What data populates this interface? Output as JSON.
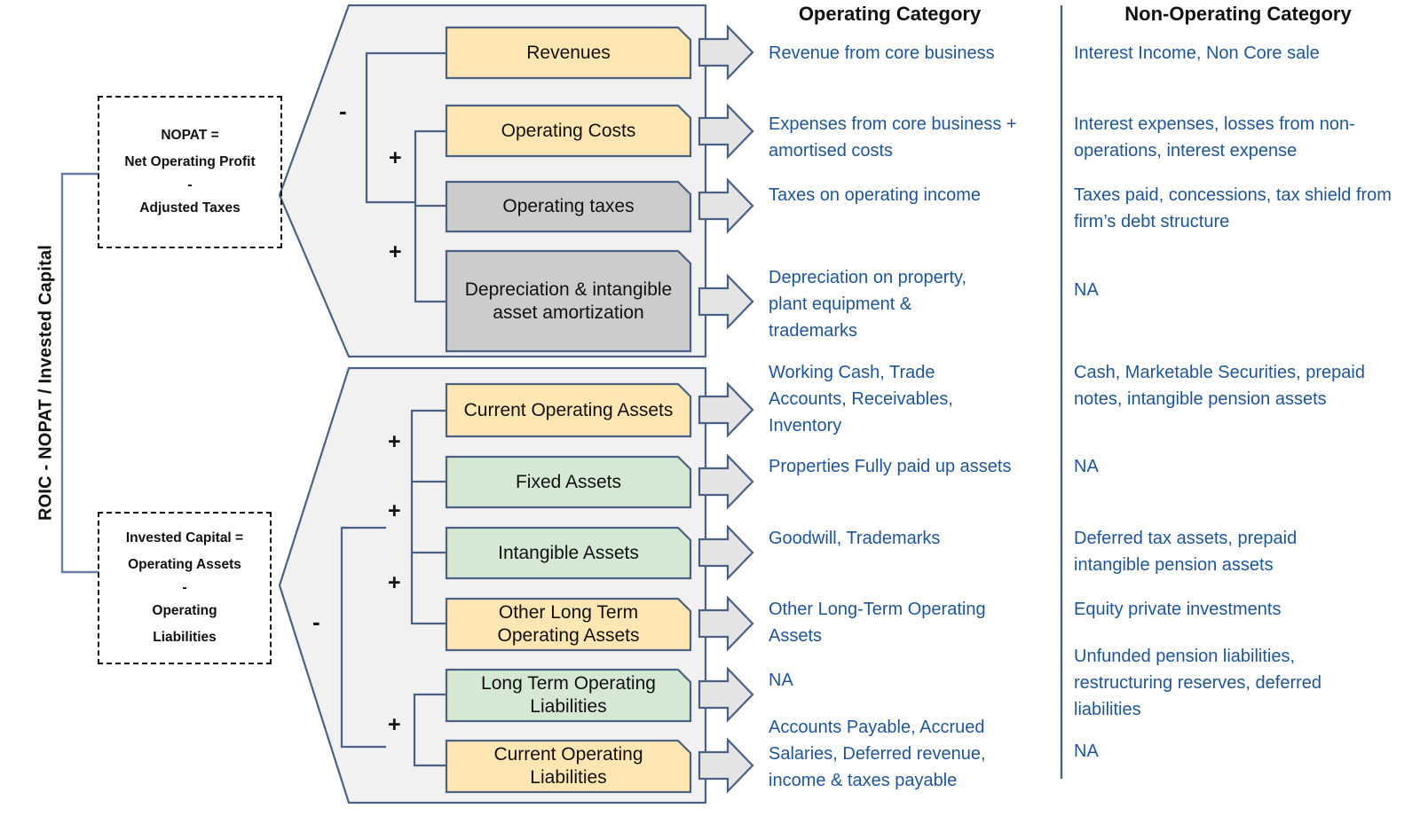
{
  "title_vertical": "ROIC - NOPAT / Invested Capital",
  "headers": {
    "operating": "Operating Category",
    "non_operating": "Non-Operating Category"
  },
  "colors": {
    "yellow": "#ffe6b3",
    "green": "#d5e8d4",
    "gray": "#cccccc",
    "panel": "#f1f1f1",
    "stroke": "#4a6183",
    "arrow_fill": "#e4e4e4",
    "text_blue": "#1f5597",
    "text_black": "#111111"
  },
  "definitions": [
    {
      "name": "nopat",
      "line1": "NOPAT =",
      "line2": "Net Operating Profit",
      "operator": "-",
      "line3": "Adjusted Taxes"
    },
    {
      "name": "invested-capital",
      "line1": "Invested Capital =",
      "line2": "Operating Assets",
      "operator": "-",
      "line3a": "Operating",
      "line3b": "Liabilities"
    }
  ],
  "groups": [
    {
      "name": "nopat-group",
      "outer_operator": "-",
      "inner_operators": [
        "+",
        "+"
      ],
      "rows": [
        {
          "label": "Revenues",
          "fill": "yellow",
          "operating": "Revenue from core business",
          "non_operating": "Interest Income, Non Core sale"
        },
        {
          "label": "Operating Costs",
          "fill": "yellow",
          "operating": "Expenses from core business + amortised costs",
          "non_operating": "Interest expenses, losses from non-operations, interest expense"
        },
        {
          "label": "Operating taxes",
          "fill": "gray",
          "operating": "Taxes on operating income",
          "non_operating": "Taxes paid, concessions, tax shield from firm’s debt structure"
        },
        {
          "label": "Depreciation & intangible asset amortization",
          "fill": "gray",
          "operating": "Depreciation on property, plant equipment & trademarks",
          "non_operating": "NA"
        }
      ]
    },
    {
      "name": "invested-capital-group",
      "outer_operator": "-",
      "inner_operators": [
        "+",
        "+",
        "+",
        "+"
      ],
      "rows": [
        {
          "label": "Current Operating Assets",
          "fill": "yellow",
          "operating": "Working Cash, Trade Accounts, Receivables, Inventory",
          "non_operating": "Cash, Marketable Securities, prepaid notes, intangible pension assets"
        },
        {
          "label": "Fixed Assets",
          "fill": "green",
          "operating": "Properties Fully paid up assets",
          "non_operating": "NA"
        },
        {
          "label": "Intangible Assets",
          "fill": "green",
          "operating": "Goodwill, Trademarks",
          "non_operating": "Deferred tax assets, prepaid intangible pension assets"
        },
        {
          "label": "Other Long Term Operating Assets",
          "fill": "yellow",
          "operating": "Other Long-Term Operating Assets",
          "non_operating": "Equity private investments"
        },
        {
          "label": "Long Term Operating Liabilities",
          "fill": "green",
          "operating": "NA",
          "non_operating": "Unfunded pension liabilities, restructuring reserves, deferred liabilities"
        },
        {
          "label": "Current Operating Liabilities",
          "fill": "yellow",
          "operating": "Accounts Payable, Accrued Salaries, Deferred revenue, income & taxes payable",
          "non_operating": "NA"
        }
      ]
    }
  ],
  "icons": {
    "arrow": "right-arrow-icon",
    "divider": "column-divider"
  }
}
